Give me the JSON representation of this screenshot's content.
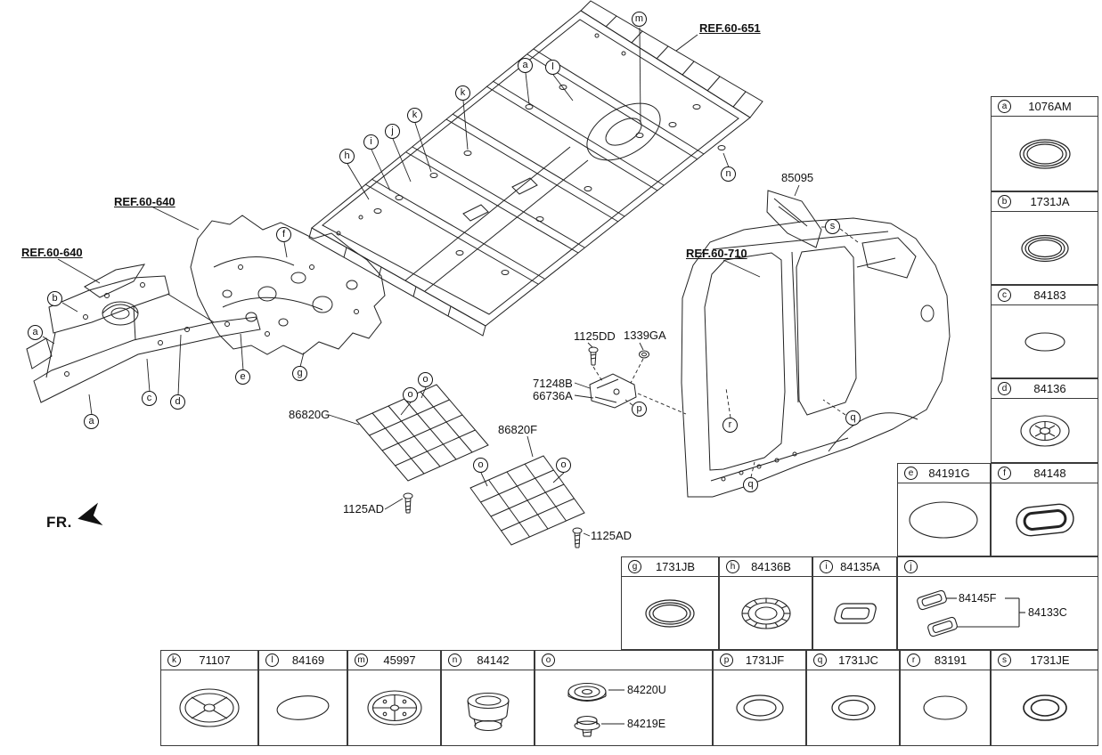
{
  "fr": {
    "label": "FR."
  },
  "refs": [
    {
      "label": "REF.60-651"
    },
    {
      "label": "REF.60-640"
    },
    {
      "label": "REF.60-640"
    },
    {
      "label": "REF.60-710"
    }
  ],
  "diagram_labels": [
    {
      "text": "85095"
    },
    {
      "text": "1125DD"
    },
    {
      "text": "1339GA"
    },
    {
      "text": "71248B"
    },
    {
      "text": "66736A"
    },
    {
      "text": "86820G"
    },
    {
      "text": "86820F"
    },
    {
      "text": "1125AD"
    },
    {
      "text": "1125AD"
    }
  ],
  "callouts": [
    {
      "letter": "m"
    },
    {
      "letter": "a"
    },
    {
      "letter": "l"
    },
    {
      "letter": "k"
    },
    {
      "letter": "k"
    },
    {
      "letter": "j"
    },
    {
      "letter": "i"
    },
    {
      "letter": "h"
    },
    {
      "letter": "n"
    },
    {
      "letter": "f"
    },
    {
      "letter": "b"
    },
    {
      "letter": "a"
    },
    {
      "letter": "c"
    },
    {
      "letter": "d"
    },
    {
      "letter": "e"
    },
    {
      "letter": "a"
    },
    {
      "letter": "g"
    },
    {
      "letter": "s"
    },
    {
      "letter": "r"
    },
    {
      "letter": "q"
    },
    {
      "letter": "q"
    },
    {
      "letter": "p"
    },
    {
      "letter": "o"
    },
    {
      "letter": "o"
    },
    {
      "letter": "o"
    },
    {
      "letter": "o"
    }
  ],
  "legend": {
    "right_column": [
      {
        "letter": "a",
        "part": "1076AM",
        "icon": "ring-plug-icon"
      },
      {
        "letter": "b",
        "part": "1731JA",
        "icon": "ring-plug-icon"
      },
      {
        "letter": "c",
        "part": "84183",
        "icon": "oval-pad-icon"
      },
      {
        "letter": "d",
        "part": "84136",
        "icon": "slotted-round-plug-icon"
      }
    ],
    "ef_row": [
      {
        "letter": "e",
        "part": "84191G",
        "icon": "oval-pad-icon"
      },
      {
        "letter": "f",
        "part": "84148",
        "icon": "oval-grommet-icon"
      }
    ],
    "ghij_row": [
      {
        "letter": "g",
        "part": "1731JB",
        "icon": "ring-plug-icon"
      },
      {
        "letter": "h",
        "part": "84136B",
        "icon": "crimped-round-plug-icon"
      },
      {
        "letter": "i",
        "part": "84135A",
        "icon": "rect-plug-icon"
      },
      {
        "letter": "j",
        "items": [
          {
            "part": "84145F",
            "icon": "rect-plug-icon"
          },
          {
            "part": "84133C",
            "icon": "rect-plug-icon"
          }
        ]
      }
    ],
    "bottom_row": [
      {
        "letter": "k",
        "part": "71107",
        "icon": "cross-round-plug-icon"
      },
      {
        "letter": "l",
        "part": "84169",
        "icon": "oval-pad-icon"
      },
      {
        "letter": "m",
        "part": "45997",
        "icon": "vented-round-plug-icon"
      },
      {
        "letter": "n",
        "part": "84142",
        "icon": "cup-grommet-icon"
      },
      {
        "letter": "o",
        "items": [
          {
            "part": "84220U",
            "icon": "round-grommet-icon"
          },
          {
            "part": "84219E",
            "icon": "pin-plug-icon"
          }
        ]
      },
      {
        "letter": "p",
        "part": "1731JF",
        "icon": "ring-plug-icon"
      },
      {
        "letter": "q",
        "part": "1731JC",
        "icon": "ring-plug-icon"
      },
      {
        "letter": "r",
        "part": "83191",
        "icon": "oval-pad-icon"
      },
      {
        "letter": "s",
        "part": "1731JE",
        "icon": "ring-plug-icon"
      }
    ]
  }
}
